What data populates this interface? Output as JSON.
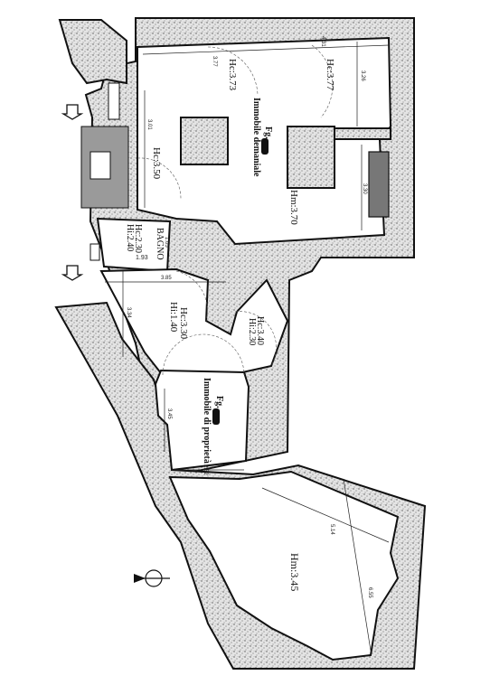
{
  "upper_unit": {
    "heights": [
      "Hc:3.77",
      "Hc:3.73",
      "Hc:3.50",
      "Hm:3.70"
    ],
    "parcel_prefix": "Fg.",
    "title": "Immobile demaniale",
    "dimensions": [
      "3.77",
      "4.31",
      "3.26",
      "3.01",
      "3.30"
    ]
  },
  "bathroom": {
    "label": "BAGNO",
    "height_a": "Hc:2.30",
    "height_b": "Hi:2.40",
    "dims": [
      "1.05",
      "1.93"
    ]
  },
  "lower_unit": {
    "heights": [
      "Hc:3.30",
      "Hi:1.40",
      "Hc:3.40",
      "Hi:2.30",
      "Hm:3.45"
    ],
    "parcel_prefix": "Fg.",
    "title": "Immobile di proprietà",
    "dimensions": [
      "3.85",
      "3.34",
      "3.45",
      "2.52",
      "5.14",
      "6.55"
    ]
  },
  "symbols": [
    "entrance-arrow-icon",
    "north-compass-icon"
  ]
}
